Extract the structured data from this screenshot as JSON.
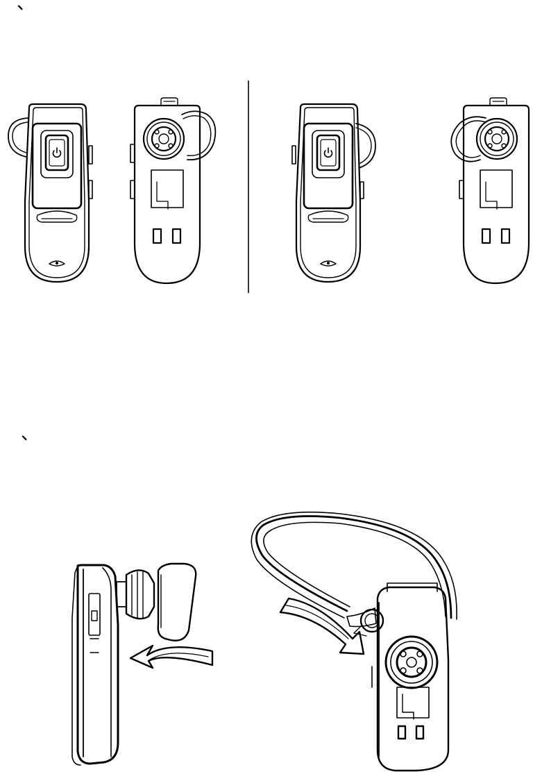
{
  "page": {
    "section_marks": [
      "、",
      "、"
    ]
  },
  "figures": [
    {
      "id": "figure-1",
      "views": [
        "earhook-left-front",
        "earhook-left-back",
        "earhook-right-front",
        "earhook-right-back"
      ]
    },
    {
      "id": "figure-2",
      "views": [
        "eartip-fitting-side-view",
        "earhook-fitting-back-view"
      ]
    }
  ],
  "icons": [
    "power-icon",
    "logo-icon",
    "curved-arrow-icon"
  ]
}
